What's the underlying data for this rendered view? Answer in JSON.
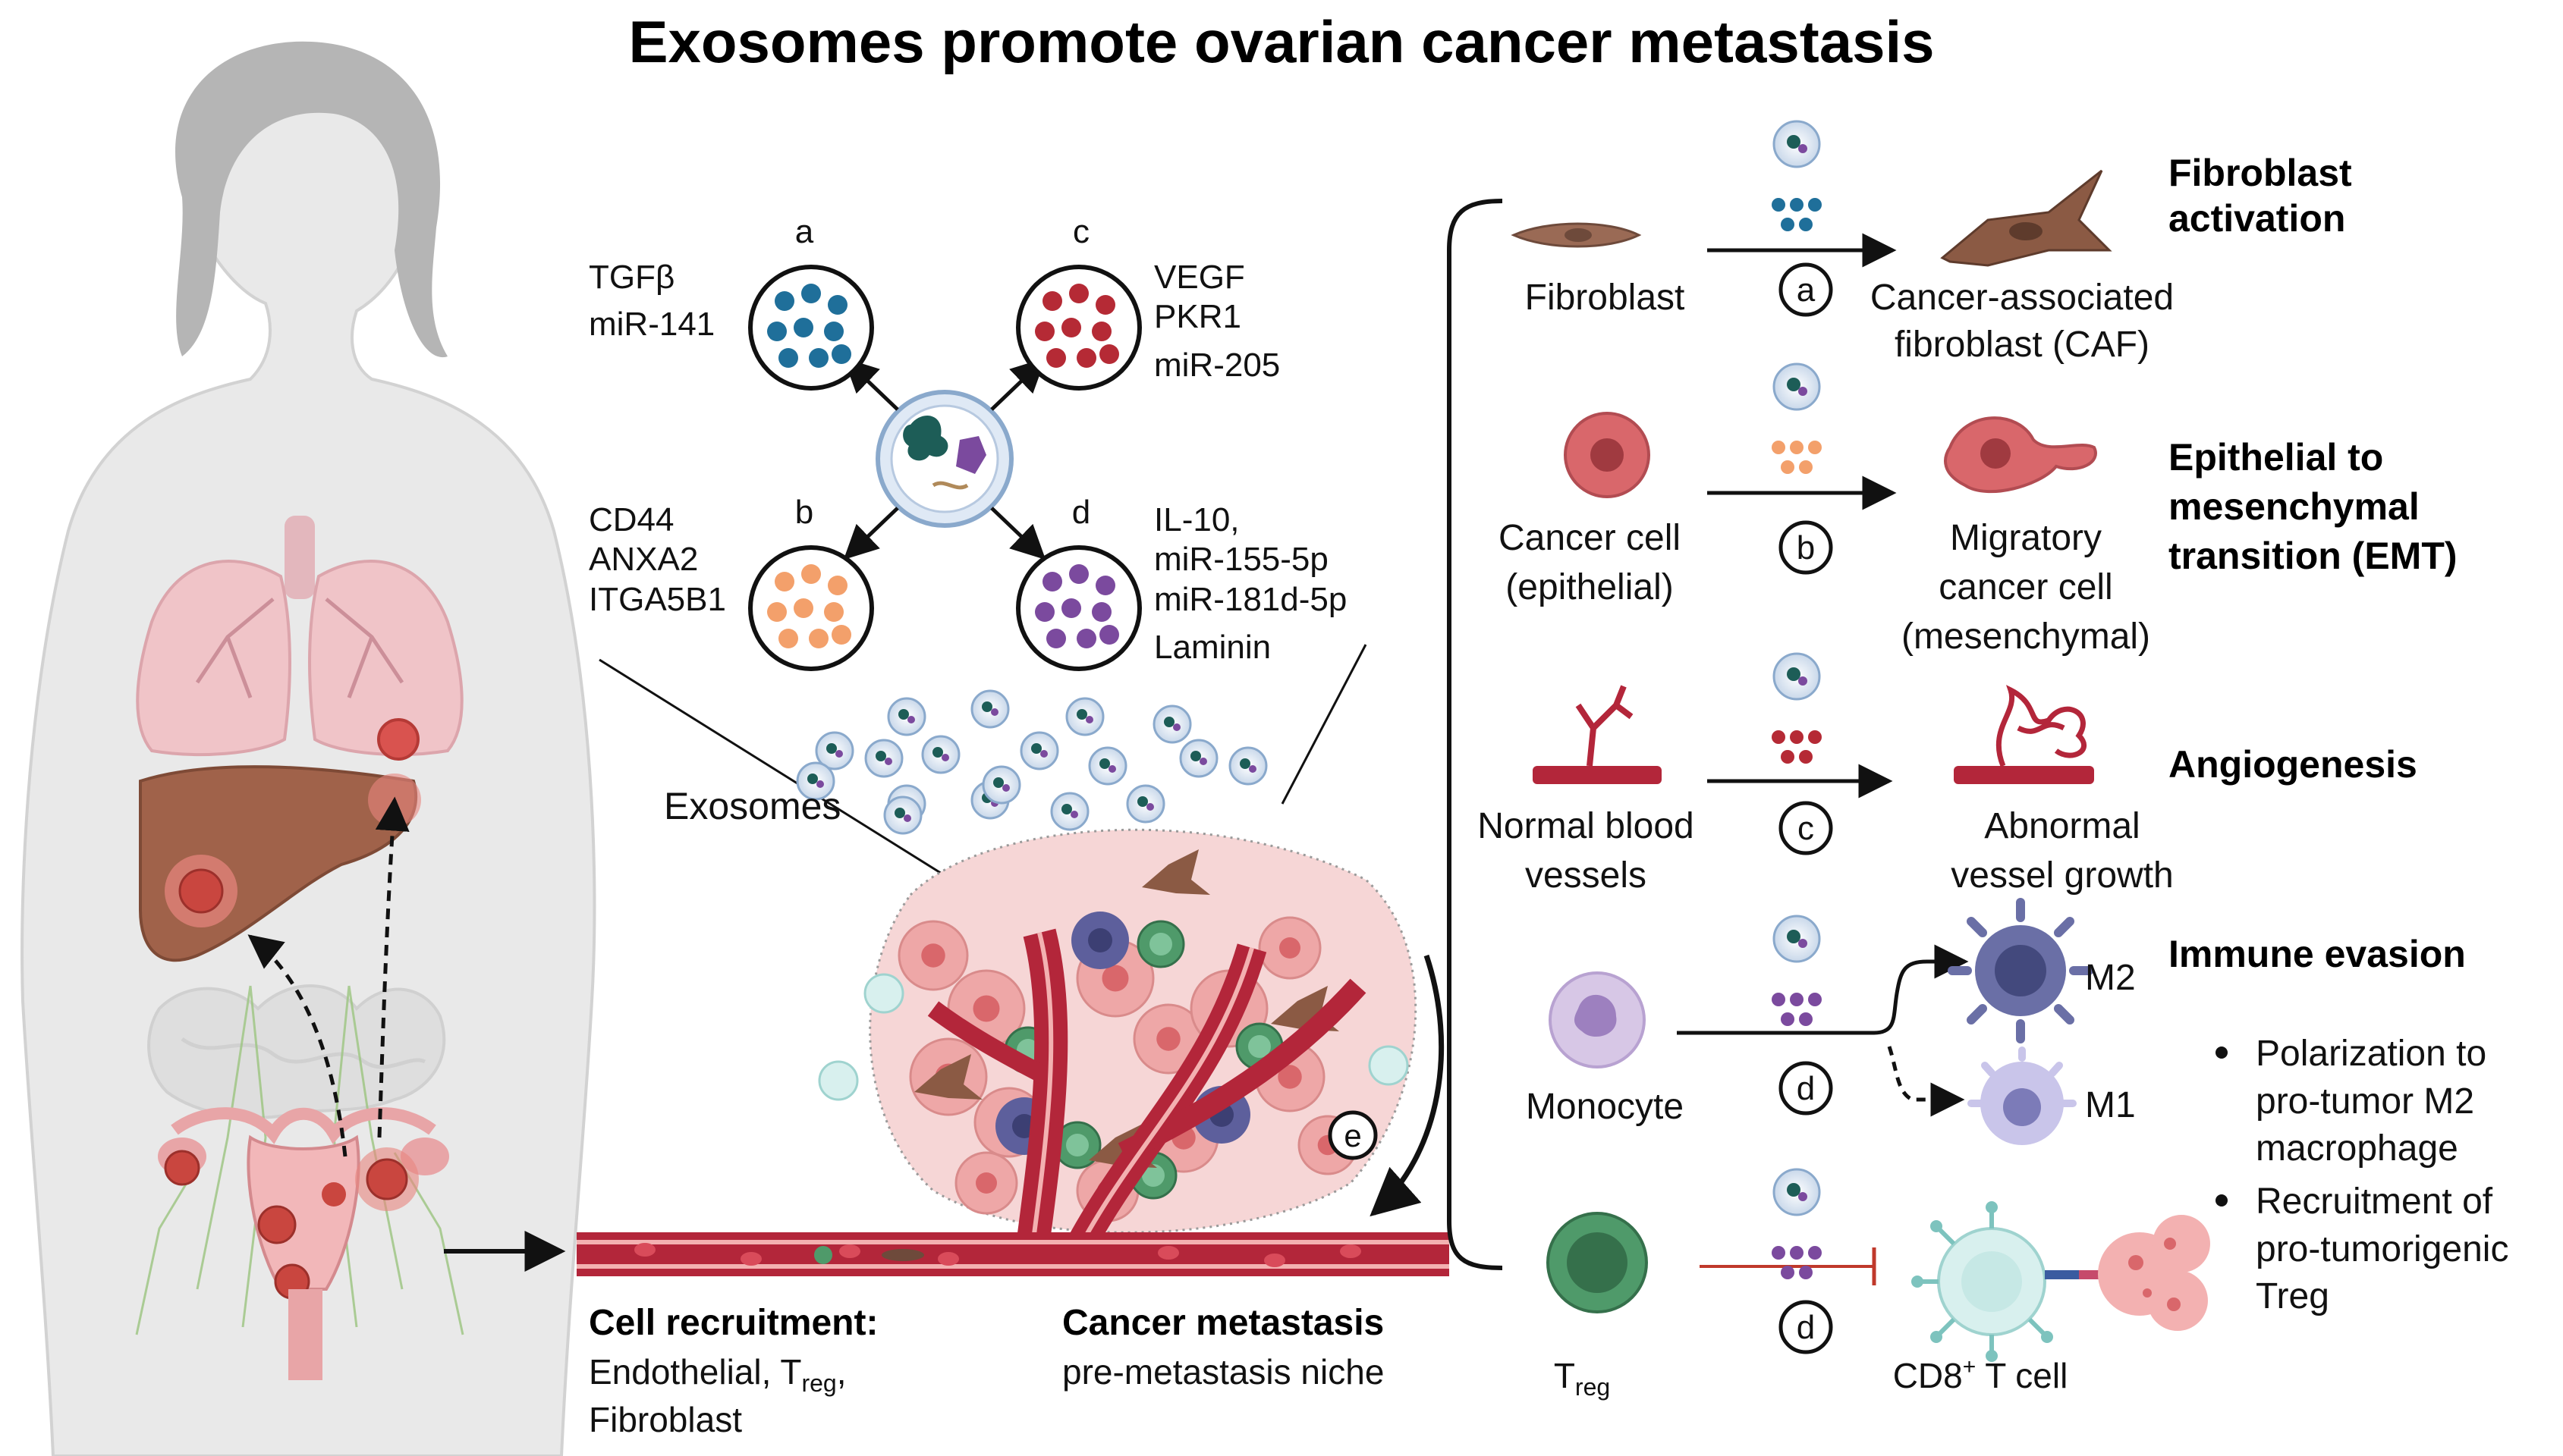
{
  "title": "Exosomes promote ovarian cancer metastasis",
  "cargo": {
    "a": {
      "letter": "a",
      "items": [
        "TGFβ",
        "miR-141"
      ],
      "color": "#1f6f9a"
    },
    "b": {
      "letter": "b",
      "items": [
        "CD44",
        "ANXA2",
        "ITGA5B1"
      ],
      "color": "#f3a06b"
    },
    "c": {
      "letter": "c",
      "items": [
        "VEGF",
        "PKR1",
        "miR-205"
      ],
      "color": "#b52a35"
    },
    "d": {
      "letter": "d",
      "items": [
        "IL-10,",
        "miR-155-5p",
        "miR-181d-5p",
        "Laminin"
      ],
      "color": "#7b4a9e"
    }
  },
  "exosomes_label": "Exosomes",
  "niche_marker": "e",
  "bottom": {
    "recruit_title": "Cell recruitment:",
    "recruit_line1": "Endothelial, T",
    "recruit_sub": "reg",
    "recruit_comma": ",",
    "recruit_line2": "Fibroblast",
    "meta_title": "Cancer metastasis",
    "meta_sub": "pre-metastasis niche"
  },
  "rows": [
    {
      "left": [
        "Fibroblast"
      ],
      "marker": "a",
      "right": [
        "Cancer-associated",
        "fibroblast (CAF)"
      ],
      "process": [
        "Fibroblast",
        "activation"
      ]
    },
    {
      "left": [
        "Cancer cell",
        "(epithelial)"
      ],
      "marker": "b",
      "right": [
        "Migratory",
        "cancer cell",
        "(mesenchymal)"
      ],
      "process": [
        "Epithelial to",
        "mesenchymal",
        "transition (EMT)"
      ]
    },
    {
      "left": [
        "Normal blood",
        "vessels"
      ],
      "marker": "c",
      "right": [
        "Abnormal",
        "vessel growth"
      ],
      "process": [
        "Angiogenesis"
      ]
    },
    {
      "left": [
        "Monocyte"
      ],
      "marker": "d",
      "m2": "M2",
      "m1": "M1",
      "process": [
        "Immune evasion"
      ]
    },
    {
      "left_main": "T",
      "left_sub": "reg",
      "marker": "d",
      "right_main": "CD8",
      "right_sup": "+",
      "right_rest": " T cell"
    }
  ],
  "immune_bullets": [
    [
      "Polarization to",
      "pro-tumor M2",
      "macrophage"
    ],
    [
      "Recruitment of",
      "pro-tumorigenic",
      "Treg"
    ]
  ],
  "colors": {
    "vessel": "#b3263a",
    "lung": "#f0c4c8",
    "liver": "#a0624a",
    "tumor": "#d9534f",
    "caf": "#8b5a44"
  }
}
